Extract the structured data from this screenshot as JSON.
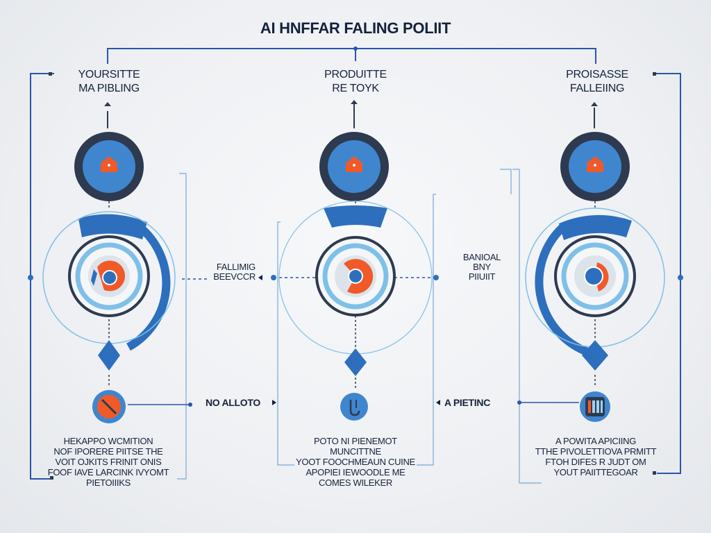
{
  "title": "AI HNFFAR FALING POLIIT",
  "columns": [
    {
      "heading": [
        "YOURSITTE",
        "MA PIBLING"
      ],
      "description": [
        "HEKAPPO WCMITION",
        "NOF IPORERE PIITSE THE",
        "VOIT OJKITS FRINIT ONIS",
        "FOOF IAVE LARCINK IVYOMT",
        "PIETOIIIKS"
      ]
    },
    {
      "heading": [
        "PRODUITTE",
        "RE TOYK"
      ],
      "description": [
        "POTO NI PIENEMOT",
        "MUNCITTNE",
        "YOOT FOOCHMEAUN CUINE",
        "APOPIEI IEWOODLE ME",
        "COMES WILEKER"
      ]
    },
    {
      "heading": [
        "PROISASSE",
        "FALLEIING"
      ],
      "description": [
        "A POWITA APICIING",
        "TTHE PIVOLETTIOVA PRMITT",
        "FTOH DIFES R JUDT OM",
        "YOUT PAIITTEGOAR"
      ]
    }
  ],
  "side_labels": {
    "left_mid": [
      "FALLIMIG",
      "BEEVCCR"
    ],
    "right_mid": [
      "BANIOAL",
      "BNY",
      "PIIUIIT"
    ]
  },
  "mid_labels": {
    "left": "NO ALLOTO",
    "right": "A PIETINC"
  },
  "colors": {
    "navy": "#2e3a4f",
    "blue": "#3f86cf",
    "deep_blue": "#2d6fbd",
    "light_blue": "#9fd0ee",
    "orange": "#f05a28",
    "line": "#2856a8"
  },
  "icons": {
    "top": "house-icon",
    "middle": "target-icon",
    "bottom_left": "blocked-icon",
    "bottom_middle": "hook-icon",
    "bottom_right": "server-icon"
  }
}
